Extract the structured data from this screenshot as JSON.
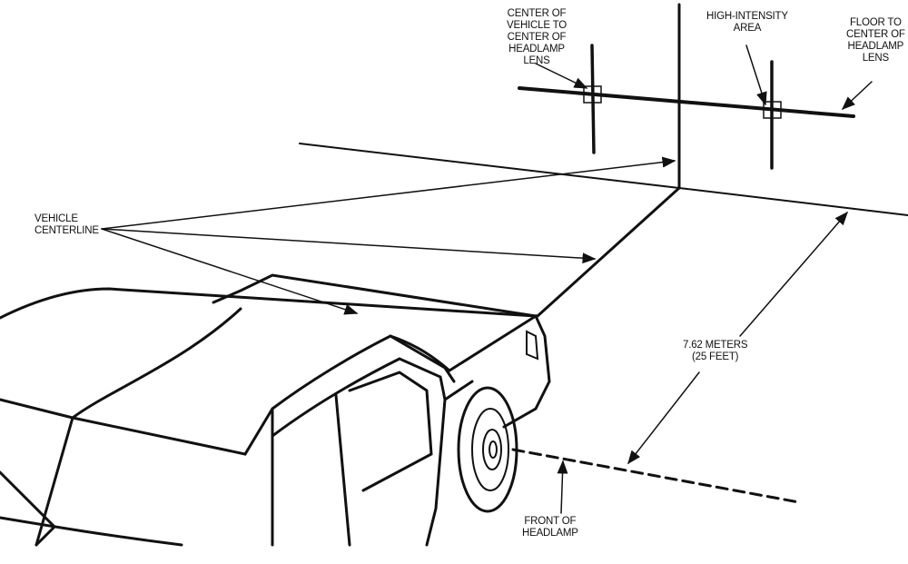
{
  "labels": {
    "center_vehicle_to_headlamp": "CENTER OF\nVEHICLE TO\nCENTER OF\nHEADLAMP\nLENS",
    "high_intensity_area": "HIGH-INTENSITY\nAREA",
    "floor_to_headlamp": "FLOOR TO\nCENTER OF\nHEADLAMP\nLENS",
    "vehicle_centerline": "VEHICLE\nCENTERLINE",
    "distance": "7.62 METERS\n(25 FEET)",
    "front_of_headlamp": "FRONT OF\nHEADLAMP"
  },
  "colors": {
    "ink": "#111111",
    "background": "#ffffff"
  }
}
